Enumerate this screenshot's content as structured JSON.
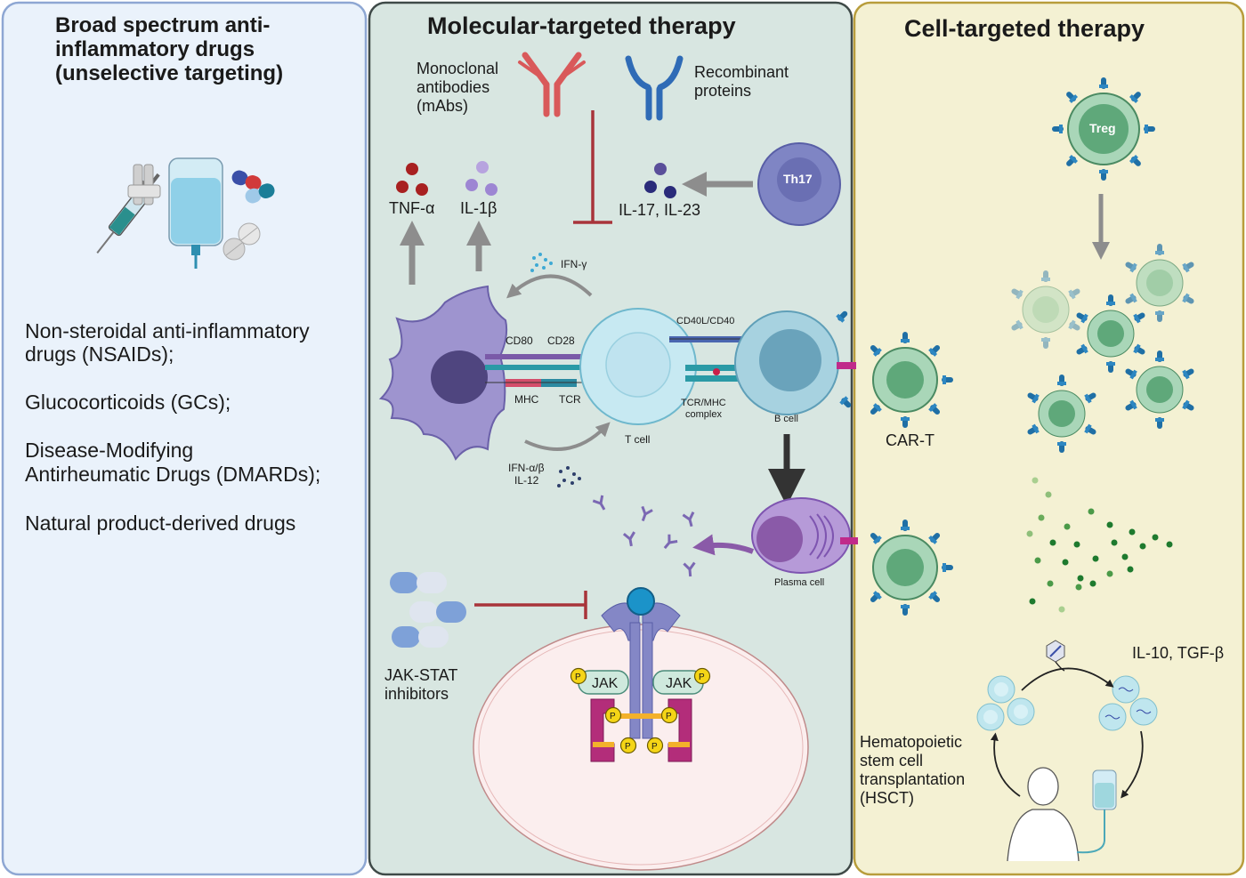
{
  "panels": {
    "broad": {
      "title": [
        "Broad spectrum anti-",
        "inflammatory drugs",
        "(unselective targeting)"
      ],
      "drugs": [
        [
          "Non-steroidal anti-inflammatory",
          "drugs (NSAIDs);"
        ],
        [
          "Glucocorticoids (GCs);"
        ],
        [
          "Disease-Modifying",
          "Antirheumatic Drugs (DMARDs);"
        ],
        [
          "Natural product-derived drugs"
        ]
      ]
    },
    "molecular": {
      "title": "Molecular-targeted therapy",
      "mabs": [
        "Monoclonal",
        "antibodies",
        "(mAbs)"
      ],
      "recombinant": [
        "Recombinant",
        "proteins"
      ],
      "tnf": "TNF-α",
      "il1b": "IL-1β",
      "il17": "IL-17, IL-23",
      "th17": "Th17",
      "ifng": "IFN-γ",
      "cd80": "CD80",
      "cd28": "CD28",
      "mhc": "MHC",
      "tcr": "TCR",
      "cd40": "CD40L/CD40",
      "tcrmhc": [
        "TCR/MHC",
        "complex"
      ],
      "tcell": "T cell",
      "bcell": "B cell",
      "ifnab": [
        "IFN-α/β",
        "IL-12"
      ],
      "plasma": "Plasma cell",
      "jakstat": [
        "JAK-STAT",
        "inhibitors"
      ],
      "jak": "JAK",
      "p": "P"
    },
    "cell": {
      "title": "Cell-targeted therapy",
      "treg": "Treg",
      "cart": "CAR-T",
      "il10": "IL-10, TGF-β",
      "hsct": [
        "Hematopoietic",
        "stem cell",
        "transplantation",
        "(HSCT)"
      ]
    }
  },
  "colors": {
    "panel1": "#eaf2fb",
    "panel2": "#d8e6e1",
    "panel3": "#f4f1d3",
    "inhibit": "#a8343a",
    "arrow": "#8d8d8d",
    "receptor": "#1f6fa5"
  }
}
